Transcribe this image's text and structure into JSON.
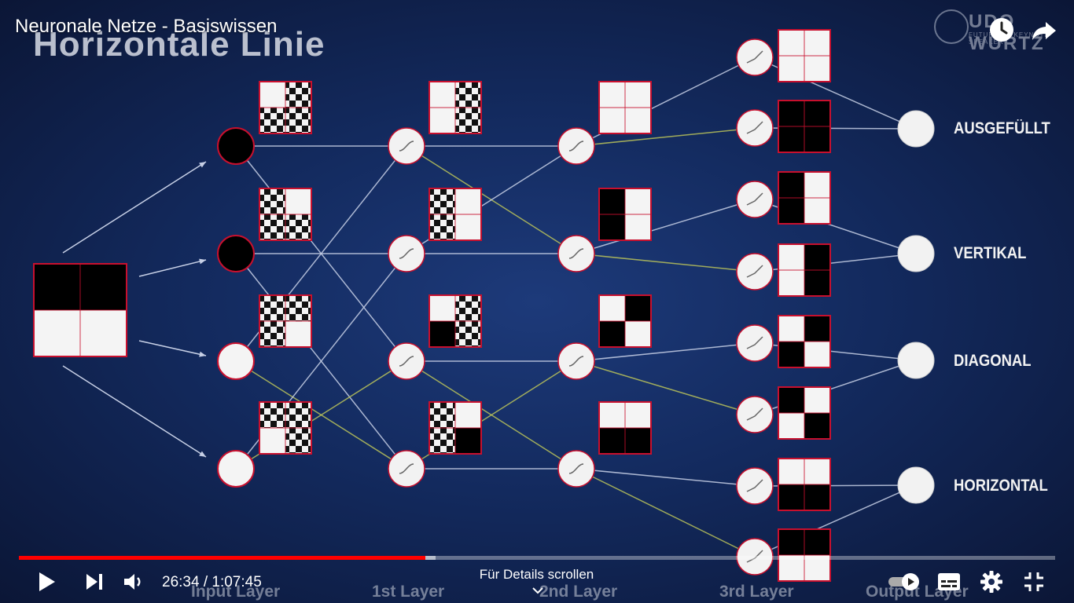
{
  "video": {
    "title": "Neuronale Netze - Basiswissen",
    "slide_heading": "Horizontale Linie",
    "brand_text": "UDO WÜRTZ",
    "brand_sub": "FUTURIST · KEYNOTE SPEAKER"
  },
  "diagram": {
    "outputs": [
      "AUSGEFÜLLT",
      "VERTIKAL",
      "DIAGONAL",
      "HORIZONTAL"
    ],
    "layers": [
      "Input Layer",
      "1st Layer",
      "2nd Layer",
      "3rd Layer",
      "Output Layer"
    ],
    "colors": {
      "line": "#c7d0e6",
      "active_line": "#b9c25a",
      "frame": "#c8102e"
    }
  },
  "player": {
    "time_display": "26:34 / 1:07:45",
    "progress": 0.3921,
    "buffered": 0.4025,
    "scroll_hint": "Für Details scrollen",
    "icons": [
      "play-icon",
      "next-icon",
      "volume-icon",
      "autoplay-icon",
      "subtitles-icon",
      "settings-icon",
      "exit-fullscreen-icon",
      "watch-later-icon",
      "share-icon"
    ],
    "colors": {
      "progress": "#ff0000"
    }
  }
}
